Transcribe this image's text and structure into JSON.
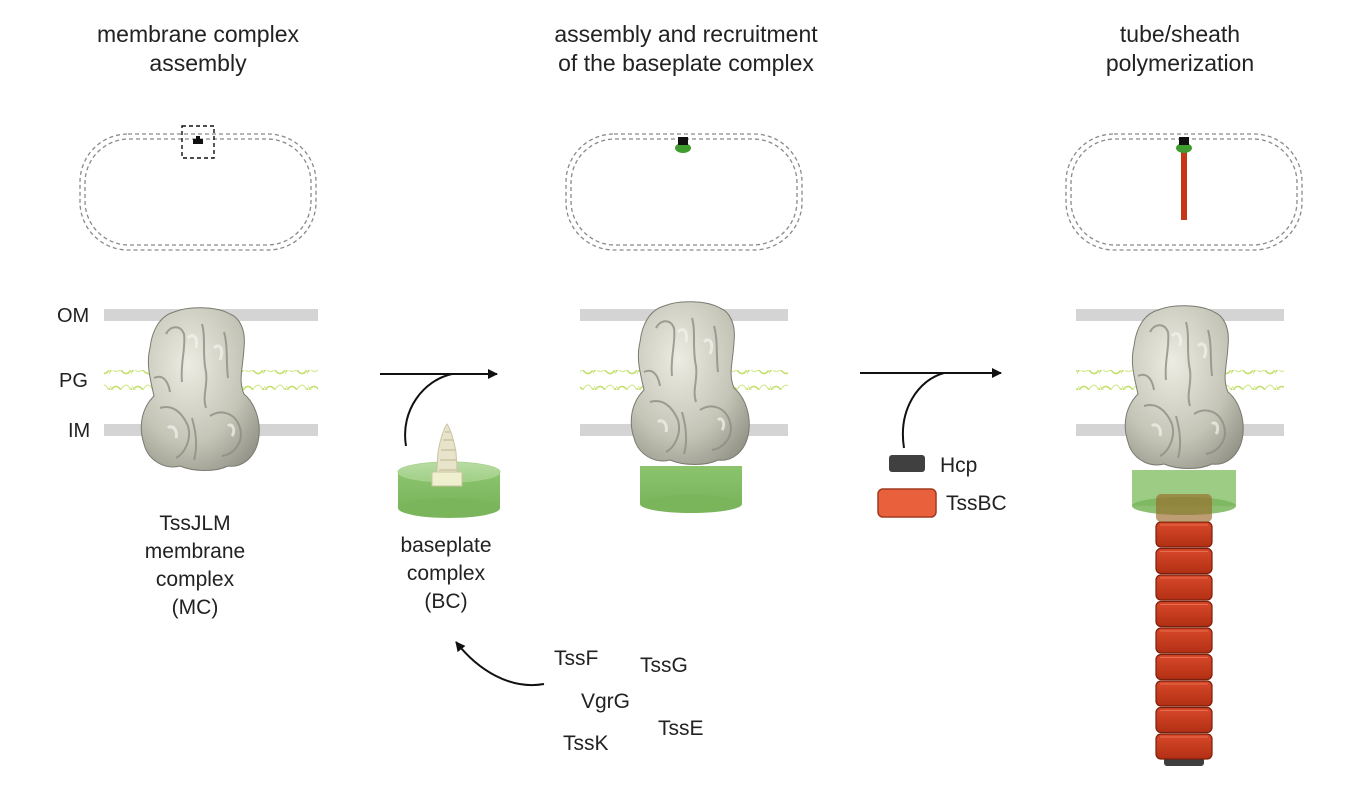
{
  "panels": [
    {
      "title_line1": "membrane complex",
      "title_line2": "assembly"
    },
    {
      "title_line1": "assembly and recruitment",
      "title_line2": "of the baseplate complex"
    },
    {
      "title_line1": "tube/sheath",
      "title_line2": "polymerization"
    }
  ],
  "layers": {
    "om": "OM",
    "pg": "PG",
    "im": "IM"
  },
  "mc_label": [
    "TssJLM",
    "membrane",
    "complex",
    "(MC)"
  ],
  "bc_label": [
    "baseplate",
    "complex",
    "(BC)"
  ],
  "components": [
    "TssF",
    "TssG",
    "VgrG",
    "TssE",
    "TssK"
  ],
  "legend": [
    {
      "name": "Hcp",
      "color": "#404040"
    },
    {
      "name": "TssBC",
      "color": "#e8603c"
    }
  ],
  "sheath_segment_count": 9,
  "colors": {
    "membrane_gray": "#d4d4d4",
    "pg_green": "#c6e07a",
    "baseplate_green": "#8cc46e",
    "complex_gray": "#c9c9bd",
    "sheath_red": "#c8361a"
  }
}
